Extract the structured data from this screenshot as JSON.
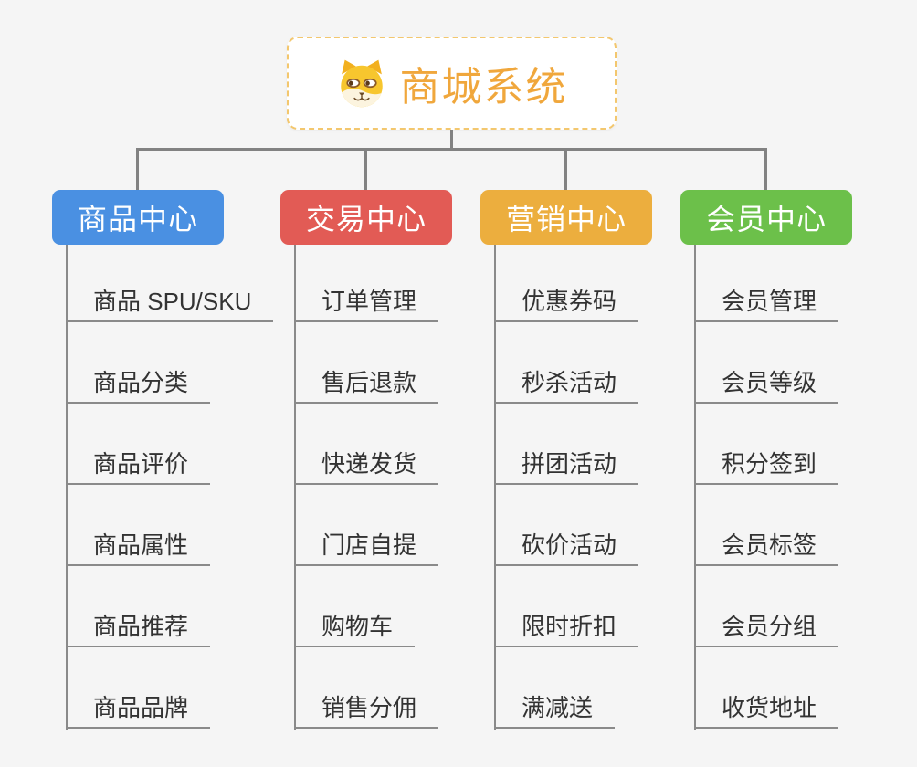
{
  "root": {
    "title": "商城系统",
    "icon": "dog-face-icon"
  },
  "branches": [
    {
      "label": "商品中心",
      "color": "#4a90e2",
      "items": [
        "商品 SPU/SKU",
        "商品分类",
        "商品评价",
        "商品属性",
        "商品推荐",
        "商品品牌"
      ]
    },
    {
      "label": "交易中心",
      "color": "#e25b55",
      "items": [
        "订单管理",
        "售后退款",
        "快递发货",
        "门店自提",
        "购物车",
        "销售分佣"
      ]
    },
    {
      "label": "营销中心",
      "color": "#ecae3e",
      "items": [
        "优惠券码",
        "秒杀活动",
        "拼团活动",
        "砍价活动",
        "限时折扣",
        "满减送"
      ]
    },
    {
      "label": "会员中心",
      "color": "#6cc04a",
      "items": [
        "会员管理",
        "会员等级",
        "积分签到",
        "会员标签",
        "会员分组",
        "收货地址"
      ]
    }
  ],
  "colors": {
    "background": "#f5f5f5",
    "connector": "#828282",
    "underline": "#8a8a8a",
    "root_border": "#f3c76e",
    "root_text": "#f0a73c",
    "item_text": "#333333"
  }
}
